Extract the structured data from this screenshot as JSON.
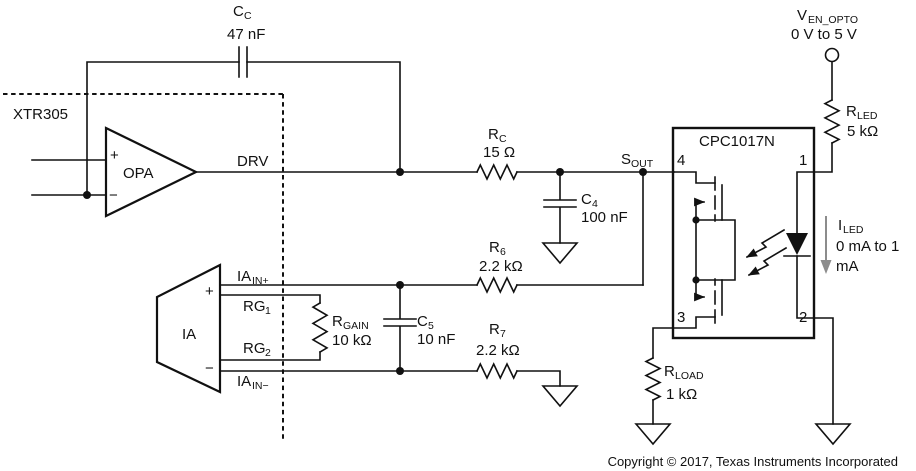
{
  "colors": {
    "ink": "#111111",
    "gray_arrow": "#8c8c8c",
    "background": "#ffffff"
  },
  "xtr305": {
    "label": "XTR305",
    "opa": {
      "label": "OPA",
      "plus": "+",
      "minus": "−",
      "output": "DRV"
    },
    "ia": {
      "label": "IA",
      "plus": "+",
      "minus": "−"
    },
    "ia_ports": {
      "ia_in_plus": {
        "main": "IA",
        "sub": "IN+"
      },
      "rg1": {
        "main": "RG",
        "sub": "1"
      },
      "rg2": {
        "main": "RG",
        "sub": "2"
      },
      "ia_in_minus": {
        "main": "IA",
        "sub": "IN−"
      }
    }
  },
  "optocoupler": {
    "part": "CPC1017N",
    "pin4": "4",
    "pin1": "1",
    "pin3": "3",
    "pin2": "2"
  },
  "components": {
    "cc": {
      "ref": "C",
      "sub": "C",
      "value": "47 nF"
    },
    "rc": {
      "ref": "R",
      "sub": "C",
      "value": "15 Ω"
    },
    "c4": {
      "ref": "C",
      "sub": "4",
      "value": "100 nF"
    },
    "r6": {
      "ref": "R",
      "sub": "6",
      "value": "2.2 kΩ"
    },
    "r7": {
      "ref": "R",
      "sub": "7",
      "value": "2.2 kΩ"
    },
    "c5": {
      "ref": "C",
      "sub": "5",
      "value": "10 nF"
    },
    "rgain": {
      "ref": "R",
      "sub": "GAIN",
      "value": "10 kΩ"
    },
    "rled": {
      "ref": "R",
      "sub": "LED",
      "value": "5 kΩ"
    },
    "rload": {
      "ref": "R",
      "sub": "LOAD",
      "value": "1 kΩ"
    }
  },
  "nets": {
    "ven": {
      "main": "V",
      "sub": "EN_OPTO",
      "range": "0 V to 5 V"
    },
    "sout": {
      "main": "S",
      "sub": "OUT"
    },
    "iled": {
      "main": "I",
      "sub": "LED",
      "range_line1": "0 mA to 1",
      "range_line2": "mA"
    }
  },
  "footer": {
    "copyright": "Copyright © 2017, Texas Instruments Incorporated"
  }
}
